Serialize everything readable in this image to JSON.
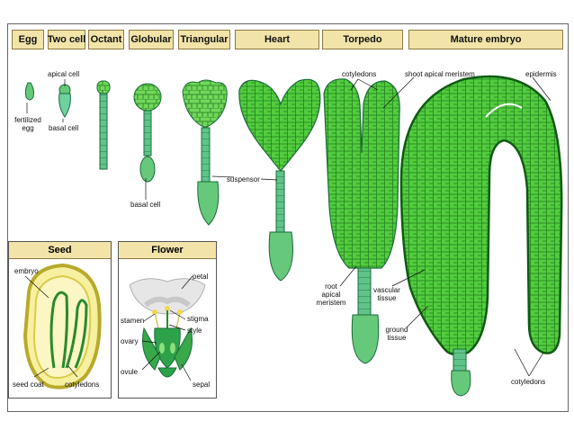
{
  "stages": [
    "Egg",
    "Two cell",
    "Octant",
    "Globular",
    "Triangular",
    "Heart",
    "Torpedo",
    "Mature embryo"
  ],
  "labels": {
    "fertilized_egg": "fertilized\negg",
    "apical_cell": "apical cell",
    "basal_cell_two": "basal cell",
    "basal_cell_glob": "basal cell",
    "suspensor": "suspensor",
    "cotyledons_top": "cotyledons",
    "shoot_apical_meristem": "shoot apical meristem",
    "epidermis": "epidermis",
    "root_apical_meristem": "root\napical\nmeristem",
    "vascular_tissue": "vascular\ntissue",
    "ground_tissue": "ground\ntissue",
    "cotyledons_bottom": "cotyledons"
  },
  "seed": {
    "title": "Seed",
    "embryo": "embryo",
    "seed_coat": "seed coat",
    "cotyledons": "cotyledons"
  },
  "flower": {
    "title": "Flower",
    "petal": "petal",
    "stamen": "stamen",
    "stigma": "stigma",
    "style": "style",
    "ovary": "ovary",
    "ovule": "ovule",
    "sepal": "sepal"
  },
  "colors": {
    "cell_fill": "#4fcc3c",
    "cell_dark": "#1f7a1c",
    "cell_light": "#8ee07a",
    "header_fill": "#f2e4a8",
    "seed_yellow": "#f4ec7c"
  }
}
